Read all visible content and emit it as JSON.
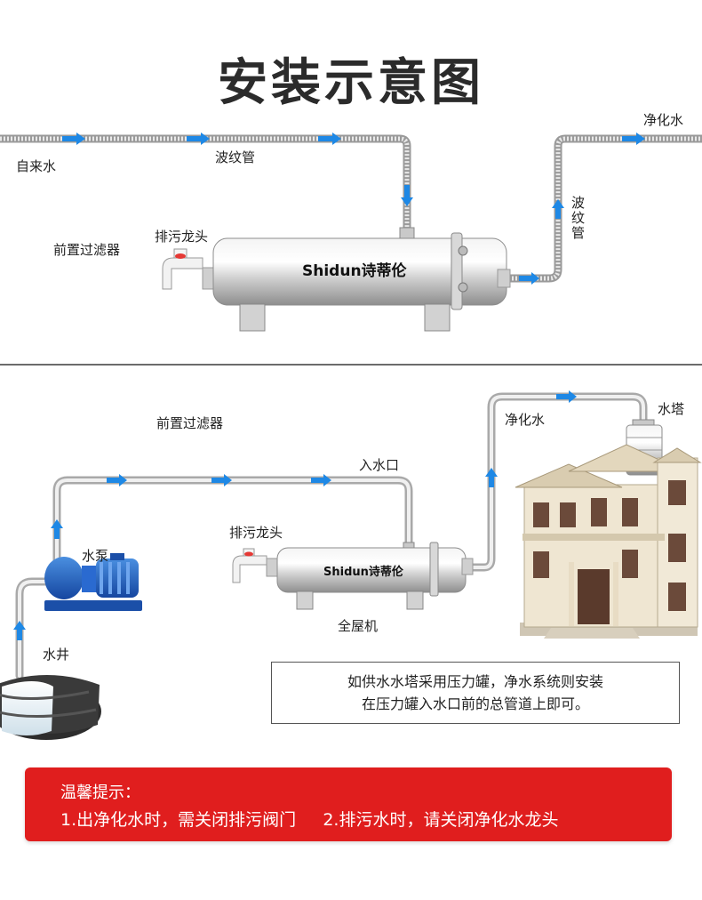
{
  "title": "安装示意图",
  "top_diagram": {
    "tap_water": "自来水",
    "corrugated_pipe_h": "波纹管",
    "corrugated_pipe_v": "波纹管",
    "purified_water": "净化水",
    "drain_faucet": "排污龙头",
    "prefilter": "前置过滤器",
    "brand": "Shidun诗蒂伦"
  },
  "bottom_diagram": {
    "prefilter": "前置过滤器",
    "inlet": "入水口",
    "purified_water": "净化水",
    "water_tower": "水塔",
    "pump": "水泵",
    "drain_faucet": "排污龙头",
    "whole_house": "全屋机",
    "well": "水井",
    "brand": "Shidun诗蒂伦",
    "note_line1": "如供水水塔采用压力罐，净水系统则安装",
    "note_line2": "在压力罐入水口前的总管道上即可。"
  },
  "tips": {
    "title": "温馨提示：",
    "text": "1.出净化水时，需关闭排污阀门     2.排污水时，请关闭净化水龙头"
  },
  "colors": {
    "arrow": "#1e88e5",
    "pipe": "#b8b8b8",
    "pump": "#1f5fbf",
    "tip_bg": "#e01e1e"
  }
}
